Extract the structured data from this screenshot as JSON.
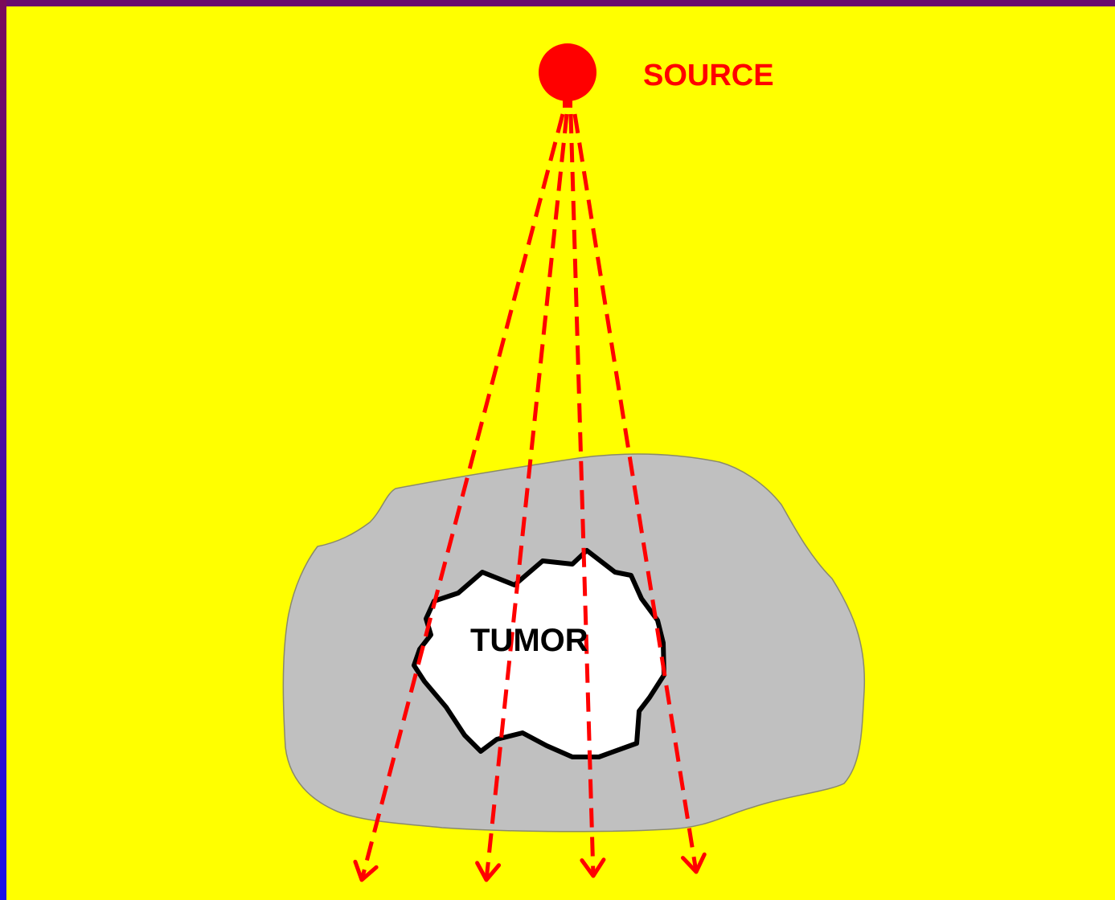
{
  "diagram": {
    "source_label": "SOURCE",
    "tumor_label": "TUMOR",
    "colors": {
      "background": "#ffff00",
      "border_top": "#6a0a6e",
      "border_left_top": "#7a0a5a",
      "border_left_bottom": "#1a10e8",
      "source": "#ff0000",
      "beam": "#ff0000",
      "tissue": "#c0c0c0",
      "tumor_fill": "#ffffff",
      "tumor_outline": "#000000"
    },
    "beam_count": 4,
    "source_icon": "radiation-source-dot-icon",
    "arrow_icon": "arrowhead-icon"
  }
}
